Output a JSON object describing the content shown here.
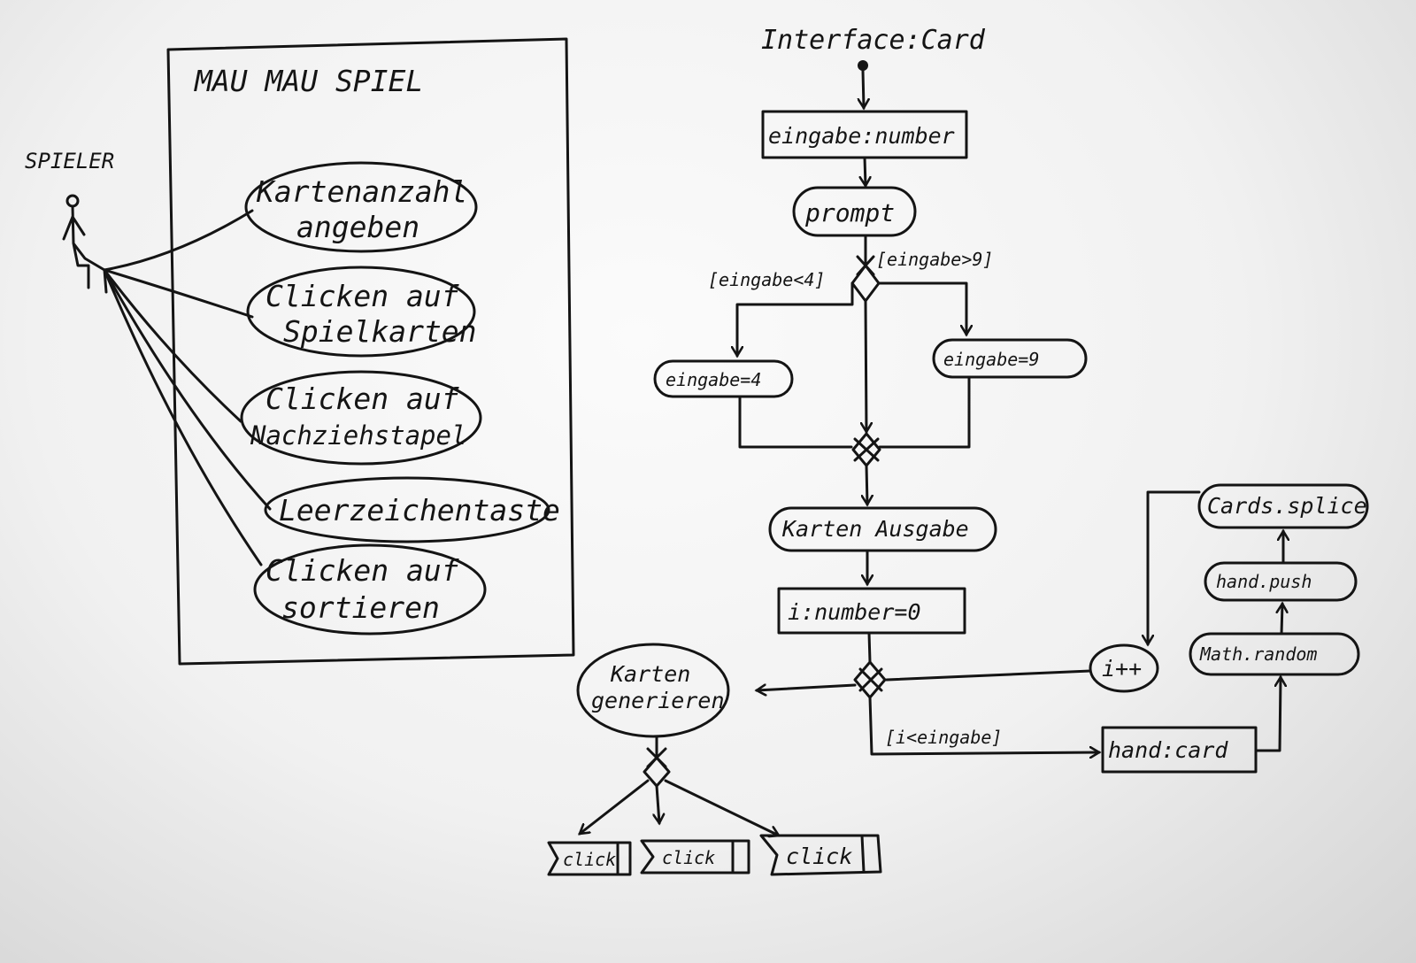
{
  "usecase": {
    "system_title": "MAU MAU SPIEL",
    "actor": "SPIELER",
    "cases": [
      {
        "line1": "Kartenanzahl",
        "line2": "angeben"
      },
      {
        "line1": "Clicken auf",
        "line2": "Spielkarten"
      },
      {
        "line1": "Clicken auf",
        "line2": "Nachziehstapel"
      },
      {
        "line1": "Leerzeichentaste",
        "line2": ""
      },
      {
        "line1": "Clicken auf",
        "line2": "sortieren"
      }
    ]
  },
  "activity": {
    "title": "Interface:Card",
    "input_var": "eingabe:number",
    "prompt": "prompt",
    "guard_lt": "[eingabe<4]",
    "guard_gt": "[eingabe>9]",
    "set_min": "eingabe=4",
    "set_max": "eingabe=9",
    "output": "Karten Ausgabe",
    "counter": "i:number=0",
    "generate_line1": "Karten",
    "generate_line2": "generieren",
    "loop_guard": "[i<eingabe]",
    "hand": "hand:card",
    "random": "Math.random",
    "push": "hand.push",
    "splice": "Cards.splice",
    "increment": "i++",
    "click_events": [
      "click",
      "click",
      "click"
    ]
  }
}
